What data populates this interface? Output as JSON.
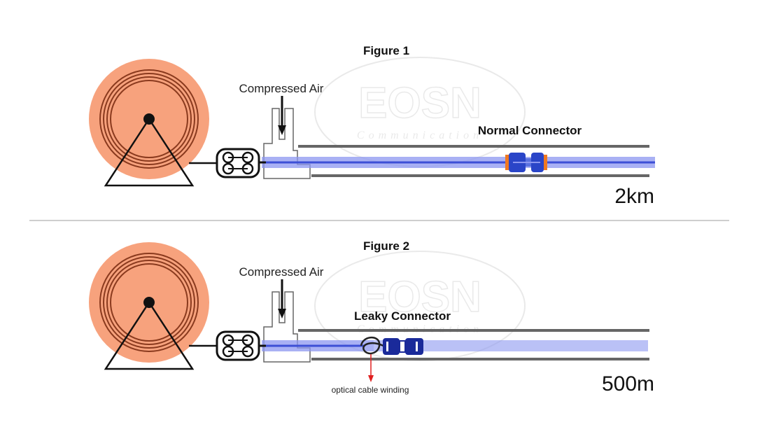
{
  "figure1": {
    "title": "Figure 1",
    "air_label": "Compressed Air",
    "connector_label": "Normal Connector",
    "distance": "2km"
  },
  "figure2": {
    "title": "Figure 2",
    "air_label": "Compressed Air",
    "connector_label": "Leaky Connector",
    "distance": "500m",
    "annotation": "optical cable winding"
  },
  "colors": {
    "reel": "#f7a27d",
    "reel_rings": "#8a3a1e",
    "cable": "#3d4fd6",
    "duct_glow": "#8c97f0",
    "connector_blue": "#2a45c8",
    "connector_dark": "#1a2a9a",
    "connector_orange": "#f07820",
    "arrow_red": "#e02020",
    "divider": "#bdbdbd"
  }
}
